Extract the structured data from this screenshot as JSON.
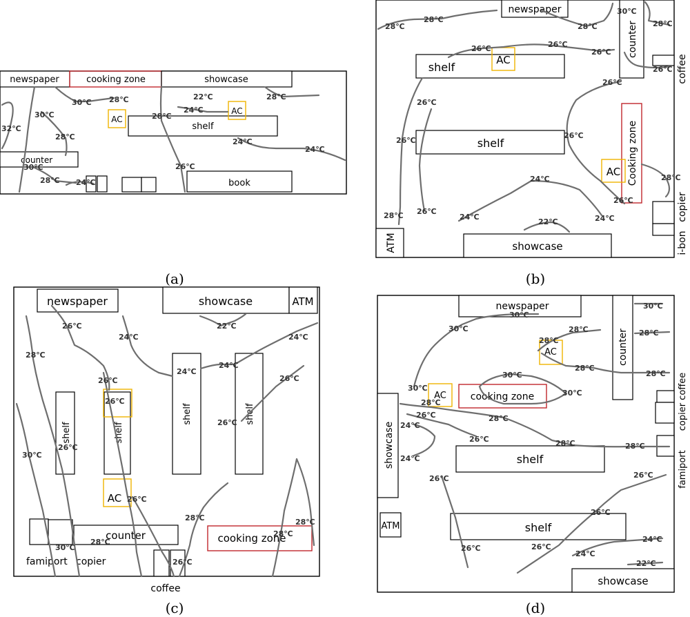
{
  "panels": {
    "a": {
      "caption": "(a)",
      "labels": {
        "newspaper": "newspaper",
        "cooking_zone": "cooking zone",
        "showcase": "showcase",
        "shelf": "shelf",
        "ac1": "AC",
        "ac2": "AC",
        "counter": "counter",
        "book": "book"
      },
      "temps": [
        "30℃",
        "28℃",
        "32℃",
        "28℃",
        "30℃",
        "28℃",
        "24℃",
        "30℃",
        "28℃",
        "24℃",
        "22℃",
        "28℃",
        "24℃",
        "24℃",
        "26℃"
      ]
    },
    "b": {
      "caption": "(b)",
      "labels": {
        "newspaper": "newspaper",
        "counter": "counter",
        "coffee": "coffee",
        "shelf1": "shelf",
        "ac1": "AC",
        "shelf2": "shelf",
        "cooking_zone": "Cooking zone",
        "ac2": "AC",
        "copier": "copier",
        "ibon": "i-bon",
        "atm": "ATM",
        "showcase": "showcase"
      },
      "temps": [
        "28℃",
        "28℃",
        "28℃",
        "30℃",
        "28℃",
        "26℃",
        "26℃",
        "26℃",
        "26℃",
        "26℃",
        "26℃",
        "26℃",
        "26℃",
        "28℃",
        "24℃",
        "26℃",
        "28℃",
        "26℃",
        "24℃",
        "24℃",
        "22℃"
      ]
    },
    "c": {
      "caption": "(c)",
      "labels": {
        "newspaper": "newspaper",
        "showcase": "showcase",
        "atm": "ATM",
        "shelf1": "shelf",
        "shelf2": "shelf",
        "shelf3": "shelf",
        "shelf4": "shelf",
        "ac1": "AC",
        "counter": "counter",
        "cooking_zone": "cooking zone",
        "famiport": "famiport",
        "copier": "copier",
        "coffee": "coffee"
      },
      "temps": [
        "26℃",
        "24℃",
        "22℃",
        "24℃",
        "28℃",
        "24℃",
        "24℃",
        "26℃",
        "26℃",
        "26℃",
        "26℃",
        "30℃",
        "28℃",
        "26℃",
        "28℃",
        "30℃",
        "26℃",
        "28℃",
        "28℃",
        "26℃"
      ]
    },
    "d": {
      "caption": "(d)",
      "labels": {
        "newspaper": "newspaper",
        "counter": "counter",
        "ac1": "AC",
        "showcase1": "showcase",
        "ac2": "AC",
        "cooking_zone": "cooking zone",
        "copier": "copier",
        "coffee": "coffee",
        "shelf1": "shelf",
        "famiport": "famiport",
        "atm": "ATM",
        "shelf2": "shelf",
        "showcase2": "showcase"
      },
      "temps": [
        "30℃",
        "30℃",
        "28℃",
        "28℃",
        "28℃",
        "28℃",
        "28℃",
        "30℃",
        "30℃",
        "30℃",
        "30℃",
        "28℃",
        "28℃",
        "26℃",
        "24℃",
        "26℃",
        "28℃",
        "28℃",
        "24℃",
        "26℃",
        "26℃",
        "26℃",
        "26℃",
        "26℃",
        "24℃",
        "24℃",
        "22℃"
      ]
    }
  }
}
